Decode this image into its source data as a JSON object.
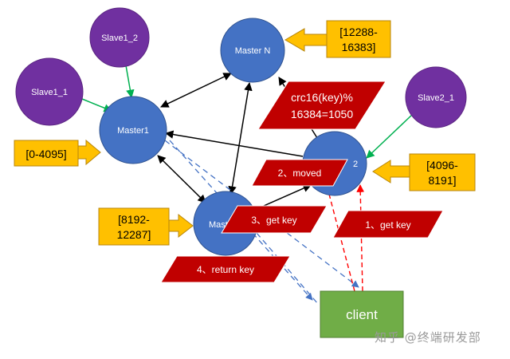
{
  "colors": {
    "master": "#4472C4",
    "master_border": "#2F528F",
    "slave": "#7030A0",
    "slave_border": "#5A2480",
    "range_box": "#FFC000",
    "range_border": "#B8860B",
    "range_arrow": "#FFC000",
    "step": "#C00000",
    "client": "#70AD47",
    "cluster_link": "#000000",
    "replication_link": "#00B050",
    "response_link": "#4472C4",
    "request_link": "#FF0000"
  },
  "nodes": {
    "slave1_1": "Slave1_1",
    "slave1_2": "Slave1_2",
    "slave2_1": "Slave2_1",
    "master1": "Master1",
    "master_n": "Master N",
    "master2": "2",
    "master3": "Maste",
    "client": "client"
  },
  "slot_ranges": {
    "master1": "[0-4095]",
    "master_n": [
      "[12288-",
      "16383]"
    ],
    "master2": [
      "[4096-",
      "8191]"
    ],
    "master3": [
      "[8192-",
      "12287]"
    ]
  },
  "steps": {
    "hash": [
      "crc16(key)%",
      "16384=1050"
    ],
    "step1": "1、get key",
    "step2": "2、moved",
    "step3": "3、get key",
    "step4": "4、return key"
  },
  "watermark": "知乎 @终端研发部"
}
